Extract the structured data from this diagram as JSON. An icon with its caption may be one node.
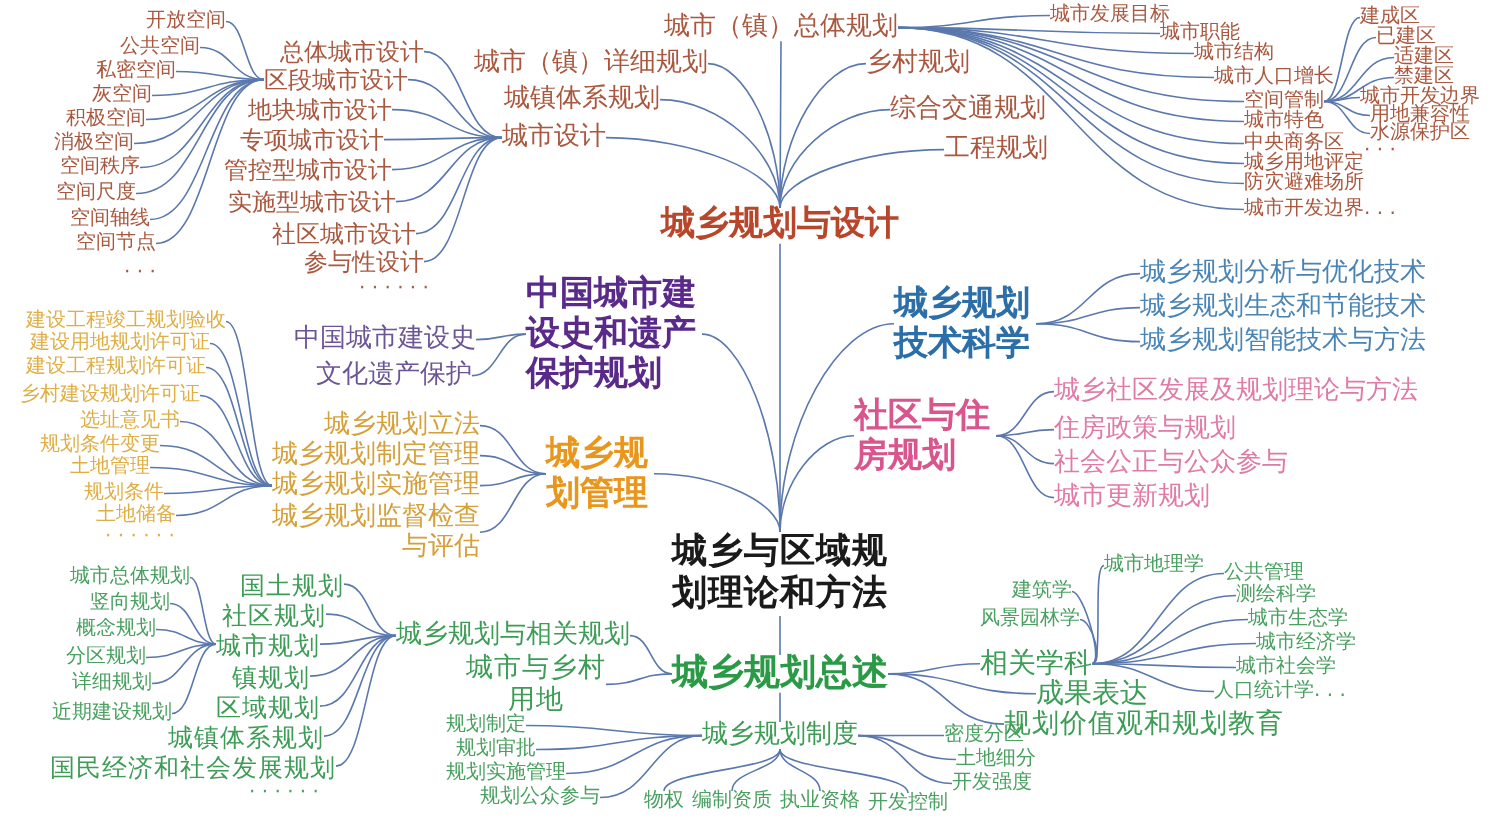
{
  "diagram": {
    "nodes": [
      {
        "text": [
          "城乡与区域规划理论和方法"
        ]
      },
      {
        "text": [
          "城乡规划与设计"
        ]
      },
      {
        "text": [
          "城市（镇）总体规划"
        ]
      },
      {
        "text": [
          "城市（镇）详细规划"
        ]
      },
      {
        "text": [
          "城镇体系规划"
        ]
      },
      {
        "text": [
          "城市设计"
        ]
      },
      {
        "text": [
          "乡村规划"
        ]
      },
      {
        "text": [
          "综合交通规划"
        ]
      },
      {
        "text": [
          "工程规划"
        ]
      },
      {
        "text": [
          "总体城市设计"
        ]
      },
      {
        "text": [
          "区段城市设计"
        ]
      },
      {
        "text": [
          "地块城市设计"
        ]
      },
      {
        "text": [
          "专项城市设计"
        ]
      },
      {
        "text": [
          "管控型城市设计"
        ]
      },
      {
        "text": [
          "实施型城市设计"
        ]
      },
      {
        "text": [
          "社区城市设计"
        ]
      },
      {
        "text": [
          "参与性设计"
        ]
      },
      {
        "text": [
          "开放空间"
        ]
      },
      {
        "text": [
          "公共空间"
        ]
      },
      {
        "text": [
          "私密空间"
        ]
      },
      {
        "text": [
          "灰空间"
        ]
      },
      {
        "text": [
          "积极空间"
        ]
      },
      {
        "text": [
          "消极空间"
        ]
      },
      {
        "text": [
          "空间秩序"
        ]
      },
      {
        "text": [
          "空间尺度"
        ]
      },
      {
        "text": [
          "空间轴线"
        ]
      },
      {
        "text": [
          "空间节点"
        ]
      },
      {
        "text": [
          "城市发展目标"
        ]
      },
      {
        "text": [
          "城市职能"
        ]
      },
      {
        "text": [
          "城市结构"
        ]
      },
      {
        "text": [
          "城市人口增长"
        ]
      },
      {
        "text": [
          "空间管制"
        ]
      },
      {
        "text": [
          "城市特色"
        ]
      },
      {
        "text": [
          "中央商务区"
        ]
      },
      {
        "text": [
          "城乡用地评定"
        ]
      },
      {
        "text": [
          "防灾避难场所"
        ]
      },
      {
        "text": [
          "城市开发边界. . ."
        ]
      },
      {
        "text": [
          "建成区"
        ]
      },
      {
        "text": [
          "已建区"
        ]
      },
      {
        "text": [
          "适建区"
        ]
      },
      {
        "text": [
          "禁建区"
        ]
      },
      {
        "text": [
          "城市开发边界"
        ]
      },
      {
        "text": [
          "用地兼容性"
        ]
      },
      {
        "text": [
          "水源保护区"
        ]
      },
      {
        "text": [
          "中国城市建设史和遗产保护规划"
        ]
      },
      {
        "text": [
          "中国城市建设史"
        ]
      },
      {
        "text": [
          "文化遗产保护"
        ]
      },
      {
        "text": [
          "城乡规划管理"
        ]
      },
      {
        "text": [
          "城乡规划立法"
        ]
      },
      {
        "text": [
          "城乡规划制定管理"
        ]
      },
      {
        "text": [
          "城乡规划实施管理"
        ]
      },
      {
        "text": [
          "城乡规划监督检查与评估"
        ]
      },
      {
        "text": [
          "建设工程竣工规划验收"
        ]
      },
      {
        "text": [
          "建设用地规划许可证"
        ]
      },
      {
        "text": [
          "建设工程规划许可证"
        ]
      },
      {
        "text": [
          "乡村建设规划许可证"
        ]
      },
      {
        "text": [
          "选址意见书"
        ]
      },
      {
        "text": [
          "规划条件变更"
        ]
      },
      {
        "text": [
          "土地管理"
        ]
      },
      {
        "text": [
          "规划条件"
        ]
      },
      {
        "text": [
          "土地储备"
        ]
      },
      {
        "text": [
          "城乡规划技术科学"
        ]
      },
      {
        "text": [
          "城乡规划分析与优化技术"
        ]
      },
      {
        "text": [
          "城乡规划生态和节能技术"
        ]
      },
      {
        "text": [
          "城乡规划智能技术与方法"
        ]
      },
      {
        "text": [
          "社区与住房规划"
        ]
      },
      {
        "text": [
          "城乡社区发展及规划理论与方法"
        ]
      },
      {
        "text": [
          "住房政策与规划"
        ]
      },
      {
        "text": [
          "社会公正与公众参与"
        ]
      },
      {
        "text": [
          "城市更新规划"
        ]
      },
      {
        "text": [
          "城乡规划总述"
        ]
      },
      {
        "text": [
          "城乡规划与相关规划"
        ]
      },
      {
        "text": [
          "城市与乡村用地"
        ]
      },
      {
        "text": [
          "城乡规划制度"
        ]
      },
      {
        "text": [
          "相关学科"
        ]
      },
      {
        "text": [
          "成果表达"
        ]
      },
      {
        "text": [
          "规划价值观和规划教育"
        ]
      },
      {
        "text": [
          "国土规划"
        ]
      },
      {
        "text": [
          "社区规划"
        ]
      },
      {
        "text": [
          "城市规划"
        ]
      },
      {
        "text": [
          "镇规划"
        ]
      },
      {
        "text": [
          "区域规划"
        ]
      },
      {
        "text": [
          "城镇体系规划"
        ]
      },
      {
        "text": [
          "国民经济和社会发展规划"
        ]
      },
      {
        "text": [
          "城市总体规划"
        ]
      },
      {
        "text": [
          "竖向规划"
        ]
      },
      {
        "text": [
          "概念规划"
        ]
      },
      {
        "text": [
          "分区规划"
        ]
      },
      {
        "text": [
          "详细规划"
        ]
      },
      {
        "text": [
          "近期建设规划"
        ]
      },
      {
        "text": [
          "规划制定"
        ]
      },
      {
        "text": [
          "规划审批"
        ]
      },
      {
        "text": [
          "规划实施管理"
        ]
      },
      {
        "text": [
          "规划公众参与"
        ]
      },
      {
        "text": [
          "物权"
        ]
      },
      {
        "text": [
          "编制资质"
        ]
      },
      {
        "text": [
          "执业资格"
        ]
      },
      {
        "text": [
          "开发控制"
        ]
      },
      {
        "text": [
          "密度分区"
        ]
      },
      {
        "text": [
          "土地细分"
        ]
      },
      {
        "text": [
          "开发强度"
        ]
      },
      {
        "text": [
          "城市地理学"
        ]
      },
      {
        "text": [
          "公共管理"
        ]
      },
      {
        "text": [
          "建筑学"
        ]
      },
      {
        "text": [
          "测绘科学"
        ]
      },
      {
        "text": [
          "风景园林学"
        ]
      },
      {
        "text": [
          "城市生态学"
        ]
      },
      {
        "text": [
          "城市经济学"
        ]
      },
      {
        "text": [
          "城市社会学"
        ]
      },
      {
        "text": [
          "人口统计学. . ."
        ]
      }
    ],
    "edges": [
      {
        "from": 0,
        "to": 1,
        "arrow": "none"
      },
      {
        "from": 0,
        "to": 44,
        "arrow": "none"
      },
      {
        "from": 0,
        "to": 47,
        "arrow": "none"
      },
      {
        "from": 0,
        "to": 61,
        "arrow": "none"
      },
      {
        "from": 0,
        "to": 65,
        "arrow": "none"
      },
      {
        "from": 0,
        "to": 70,
        "arrow": "none"
      },
      {
        "from": 1,
        "to": 2,
        "arrow": "none"
      },
      {
        "from": 1,
        "to": 3,
        "arrow": "none"
      },
      {
        "from": 1,
        "to": 4,
        "arrow": "none"
      },
      {
        "from": 1,
        "to": 5,
        "arrow": "none"
      },
      {
        "from": 1,
        "to": 6,
        "arrow": "none"
      },
      {
        "from": 1,
        "to": 7,
        "arrow": "none"
      },
      {
        "from": 1,
        "to": 8,
        "arrow": "none"
      },
      {
        "from": 5,
        "to": 9,
        "arrow": "none"
      },
      {
        "from": 5,
        "to": 10,
        "arrow": "none"
      },
      {
        "from": 5,
        "to": 11,
        "arrow": "none"
      },
      {
        "from": 5,
        "to": 12,
        "arrow": "none"
      },
      {
        "from": 5,
        "to": 13,
        "arrow": "none"
      },
      {
        "from": 5,
        "to": 14,
        "arrow": "none"
      },
      {
        "from": 5,
        "to": 15,
        "arrow": "none"
      },
      {
        "from": 5,
        "to": 16,
        "arrow": "none"
      },
      {
        "from": 10,
        "to": 17,
        "arrow": "none"
      },
      {
        "from": 10,
        "to": 18,
        "arrow": "none"
      },
      {
        "from": 10,
        "to": 19,
        "arrow": "none"
      },
      {
        "from": 10,
        "to": 20,
        "arrow": "none"
      },
      {
        "from": 10,
        "to": 21,
        "arrow": "none"
      },
      {
        "from": 10,
        "to": 22,
        "arrow": "none"
      },
      {
        "from": 10,
        "to": 23,
        "arrow": "none"
      },
      {
        "from": 10,
        "to": 24,
        "arrow": "none"
      },
      {
        "from": 10,
        "to": 25,
        "arrow": "none"
      },
      {
        "from": 10,
        "to": 26,
        "arrow": "none"
      },
      {
        "from": 2,
        "to": 27,
        "arrow": "none"
      },
      {
        "from": 2,
        "to": 28,
        "arrow": "none"
      },
      {
        "from": 2,
        "to": 29,
        "arrow": "none"
      },
      {
        "from": 2,
        "to": 30,
        "arrow": "none"
      },
      {
        "from": 2,
        "to": 31,
        "arrow": "none"
      },
      {
        "from": 2,
        "to": 32,
        "arrow": "none"
      },
      {
        "from": 2,
        "to": 33,
        "arrow": "none"
      },
      {
        "from": 2,
        "to": 34,
        "arrow": "none"
      },
      {
        "from": 2,
        "to": 35,
        "arrow": "none"
      },
      {
        "from": 2,
        "to": 36,
        "arrow": "none"
      },
      {
        "from": 31,
        "to": 37,
        "arrow": "none"
      },
      {
        "from": 31,
        "to": 38,
        "arrow": "none"
      },
      {
        "from": 31,
        "to": 39,
        "arrow": "none"
      },
      {
        "from": 31,
        "to": 40,
        "arrow": "none"
      },
      {
        "from": 31,
        "to": 41,
        "arrow": "none"
      },
      {
        "from": 31,
        "to": 42,
        "arrow": "none"
      },
      {
        "from": 31,
        "to": 43,
        "arrow": "none"
      },
      {
        "from": 44,
        "to": 45,
        "arrow": "none"
      },
      {
        "from": 44,
        "to": 46,
        "arrow": "none"
      },
      {
        "from": 47,
        "to": 48,
        "arrow": "none"
      },
      {
        "from": 47,
        "to": 49,
        "arrow": "none"
      },
      {
        "from": 47,
        "to": 50,
        "arrow": "none"
      },
      {
        "from": 47,
        "to": 51,
        "arrow": "none"
      },
      {
        "from": 50,
        "to": 52,
        "arrow": "none"
      },
      {
        "from": 50,
        "to": 53,
        "arrow": "none"
      },
      {
        "from": 50,
        "to": 54,
        "arrow": "none"
      },
      {
        "from": 50,
        "to": 55,
        "arrow": "none"
      },
      {
        "from": 50,
        "to": 56,
        "arrow": "none"
      },
      {
        "from": 50,
        "to": 57,
        "arrow": "none"
      },
      {
        "from": 50,
        "to": 58,
        "arrow": "none"
      },
      {
        "from": 50,
        "to": 59,
        "arrow": "none"
      },
      {
        "from": 50,
        "to": 60,
        "arrow": "none"
      },
      {
        "from": 61,
        "to": 62,
        "arrow": "none"
      },
      {
        "from": 61,
        "to": 63,
        "arrow": "none"
      },
      {
        "from": 61,
        "to": 64,
        "arrow": "none"
      },
      {
        "from": 65,
        "to": 66,
        "arrow": "none"
      },
      {
        "from": 65,
        "to": 67,
        "arrow": "none"
      },
      {
        "from": 65,
        "to": 68,
        "arrow": "none"
      },
      {
        "from": 65,
        "to": 69,
        "arrow": "none"
      },
      {
        "from": 70,
        "to": 71,
        "arrow": "none"
      },
      {
        "from": 70,
        "to": 72,
        "arrow": "none"
      },
      {
        "from": 70,
        "to": 73,
        "arrow": "none"
      },
      {
        "from": 70,
        "to": 74,
        "arrow": "none"
      },
      {
        "from": 70,
        "to": 75,
        "arrow": "none"
      },
      {
        "from": 70,
        "to": 76,
        "arrow": "none"
      },
      {
        "from": 71,
        "to": 77,
        "arrow": "none"
      },
      {
        "from": 71,
        "to": 78,
        "arrow": "none"
      },
      {
        "from": 71,
        "to": 79,
        "arrow": "none"
      },
      {
        "from": 71,
        "to": 80,
        "arrow": "none"
      },
      {
        "from": 71,
        "to": 81,
        "arrow": "none"
      },
      {
        "from": 71,
        "to": 82,
        "arrow": "none"
      },
      {
        "from": 71,
        "to": 83,
        "arrow": "none"
      },
      {
        "from": 79,
        "to": 84,
        "arrow": "none"
      },
      {
        "from": 79,
        "to": 85,
        "arrow": "none"
      },
      {
        "from": 79,
        "to": 86,
        "arrow": "none"
      },
      {
        "from": 79,
        "to": 87,
        "arrow": "none"
      },
      {
        "from": 79,
        "to": 88,
        "arrow": "none"
      },
      {
        "from": 79,
        "to": 89,
        "arrow": "none"
      },
      {
        "from": 73,
        "to": 90,
        "arrow": "none"
      },
      {
        "from": 73,
        "to": 91,
        "arrow": "none"
      },
      {
        "from": 73,
        "to": 92,
        "arrow": "none"
      },
      {
        "from": 73,
        "to": 93,
        "arrow": "none"
      },
      {
        "from": 73,
        "to": 94,
        "arrow": "none"
      },
      {
        "from": 73,
        "to": 95,
        "arrow": "none"
      },
      {
        "from": 73,
        "to": 96,
        "arrow": "none"
      },
      {
        "from": 73,
        "to": 97,
        "arrow": "none"
      },
      {
        "from": 73,
        "to": 98,
        "arrow": "none"
      },
      {
        "from": 73,
        "to": 99,
        "arrow": "none"
      },
      {
        "from": 73,
        "to": 100,
        "arrow": "none"
      },
      {
        "from": 74,
        "to": 101,
        "arrow": "none"
      },
      {
        "from": 74,
        "to": 102,
        "arrow": "none"
      },
      {
        "from": 74,
        "to": 103,
        "arrow": "none"
      },
      {
        "from": 74,
        "to": 104,
        "arrow": "none"
      },
      {
        "from": 74,
        "to": 105,
        "arrow": "none"
      },
      {
        "from": 74,
        "to": 106,
        "arrow": "none"
      },
      {
        "from": 74,
        "to": 107,
        "arrow": "none"
      },
      {
        "from": 74,
        "to": 108,
        "arrow": "none"
      },
      {
        "from": 74,
        "to": 109,
        "arrow": "none"
      }
    ],
    "labels": [
      "· · ·",
      "· · ·",
      "· · · · · ·",
      "· · · · · ·",
      "· · · · · ·"
    ]
  }
}
